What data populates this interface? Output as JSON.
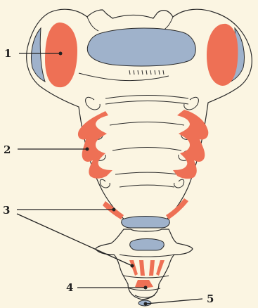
{
  "labels": {
    "l1": "1",
    "l2": "2",
    "l3": "3",
    "l4": "4",
    "l5": "5"
  },
  "colors": {
    "background": "#fbf5e2",
    "cartilage_red": "#ee7055",
    "surface_blue": "#9fb2cb",
    "outline": "#2a2a2a"
  }
}
